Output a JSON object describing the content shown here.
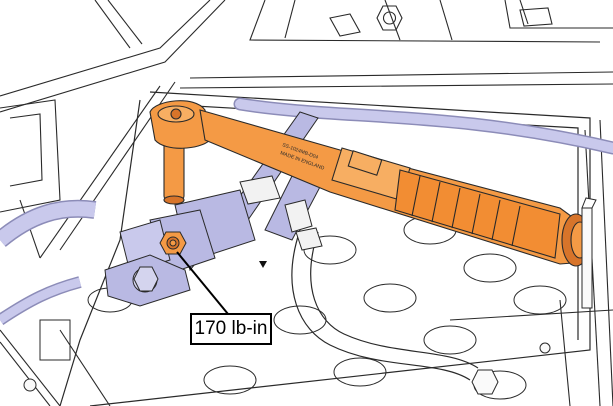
{
  "callout": {
    "torque_label": "170 lb-in"
  },
  "colors": {
    "outline": "#2a2a2a",
    "hose": "#c9c9ec",
    "hose_stroke": "#8c8cb8",
    "cable": "#b9b9e3",
    "wrench": "#f49a45",
    "wrench_dark": "#d7742a",
    "nut": "#f49a45",
    "background": "#ffffff"
  },
  "wrench": {
    "handle_text": "SS-1024MB-D04",
    "logo_text": "MADE IN ENGLAND"
  }
}
